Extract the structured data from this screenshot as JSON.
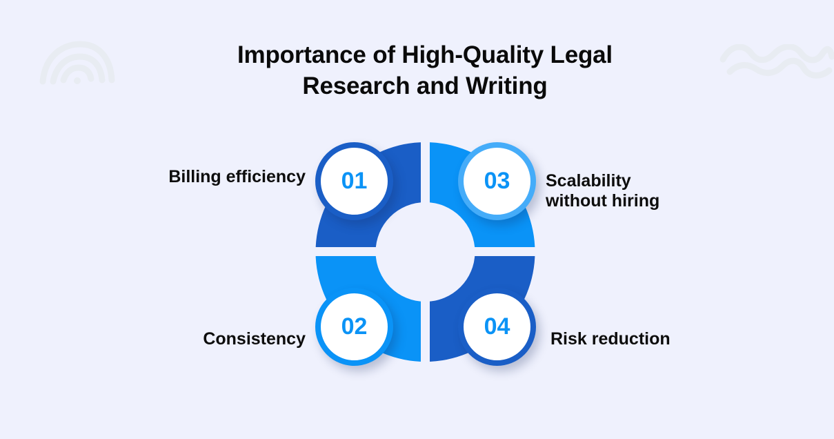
{
  "title": {
    "line1": "Importance of High-Quality Legal",
    "line2": "Research and Writing"
  },
  "colors": {
    "background": "#eff1fd",
    "dark_blue": "#1a5ec6",
    "bright_blue": "#0a93f7",
    "light_blue_ring": "#45acf9",
    "number_text": "#0b93f6",
    "text": "#0d0d0d",
    "decoration": "#e9edf3"
  },
  "decorations": {
    "top_left": "rainbow-arcs-icon",
    "top_right": "waves-icon"
  },
  "items": [
    {
      "number": "01",
      "label": "Billing efficiency",
      "segment_color": "#1a5ec6",
      "ring_color": "#1a5ec6"
    },
    {
      "number": "02",
      "label": "Consistency",
      "segment_color": "#0a93f7",
      "ring_color": "#0a93f7"
    },
    {
      "number": "03",
      "label_line1": "Scalability",
      "label_line2": "without hiring",
      "segment_color": "#0a93f7",
      "ring_color": "#45acf9"
    },
    {
      "number": "04",
      "label": "Risk reduction",
      "segment_color": "#1a5ec6",
      "ring_color": "#1a5ec6"
    }
  ]
}
